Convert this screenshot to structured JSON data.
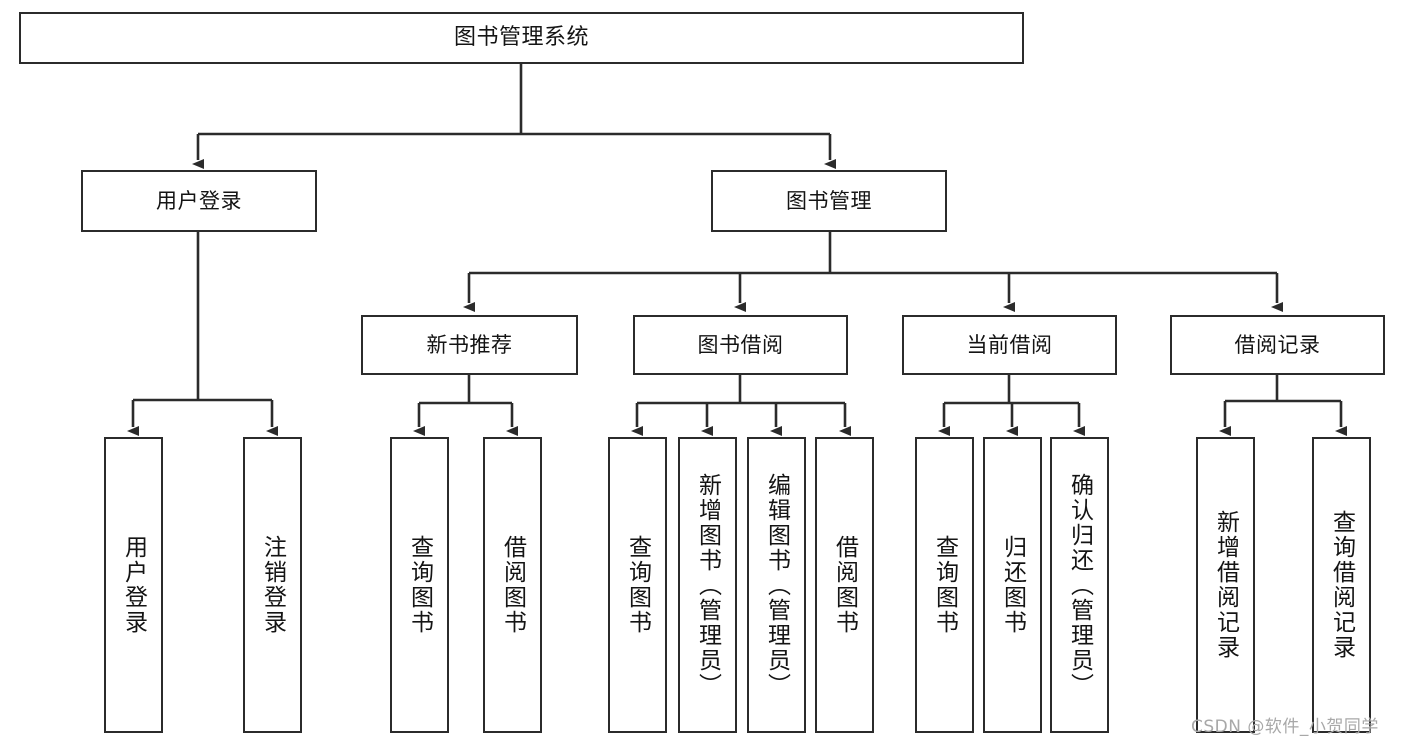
{
  "diagram": {
    "title": "图书管理系统",
    "root": {
      "label": "图书管理系统"
    },
    "level2": [
      {
        "label": "用户登录"
      },
      {
        "label": "图书管理"
      }
    ],
    "level3": [
      {
        "label": "新书推荐"
      },
      {
        "label": "图书借阅"
      },
      {
        "label": "当前借阅"
      },
      {
        "label": "借阅记录"
      }
    ],
    "leaves": [
      {
        "label": "用户登录",
        "parent": "用户登录"
      },
      {
        "label": "注销登录",
        "parent": "用户登录"
      },
      {
        "label": "查询图书",
        "parent": "新书推荐"
      },
      {
        "label": "借阅图书",
        "parent": "新书推荐"
      },
      {
        "label": "查询图书",
        "parent": "图书借阅"
      },
      {
        "label": "新增图书（管理员）",
        "parent": "图书借阅"
      },
      {
        "label": "编辑图书（管理员）",
        "parent": "图书借阅"
      },
      {
        "label": "借阅图书",
        "parent": "图书借阅"
      },
      {
        "label": "查询图书",
        "parent": "当前借阅"
      },
      {
        "label": "归还图书",
        "parent": "当前借阅"
      },
      {
        "label": "确认归还（管理员）",
        "parent": "当前借阅"
      },
      {
        "label": "新增借阅记录",
        "parent": "借阅记录"
      },
      {
        "label": "查询借阅记录",
        "parent": "借阅记录"
      }
    ],
    "watermark": "CSDN @软件_小贺同学",
    "colors": {
      "stroke": "#2b2b2b",
      "fill": "#ffffff",
      "text": "#141414",
      "watermark": "#a8a8a8"
    }
  }
}
